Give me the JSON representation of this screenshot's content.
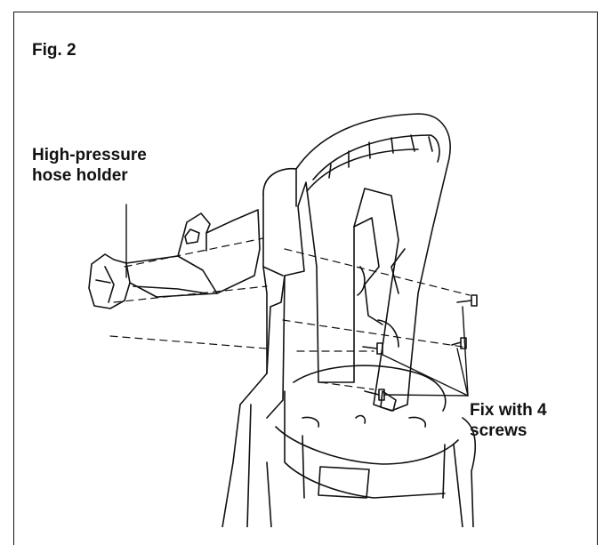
{
  "figure": {
    "title": "Fig. 2",
    "callouts": {
      "hose_holder": [
        "High-pressure",
        "hose holder"
      ],
      "screws": [
        "Fix with 4",
        "screws"
      ]
    }
  },
  "colors": {
    "ink": "#111111",
    "paper": "#ffffff",
    "frame": "#111111"
  }
}
